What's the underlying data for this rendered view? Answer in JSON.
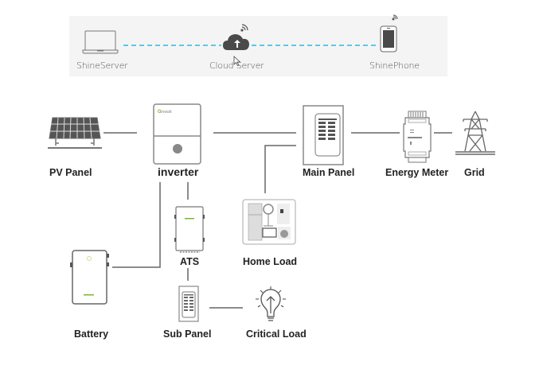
{
  "top_panel": {
    "nodes": [
      {
        "id": "shine-server",
        "label": "ShineServer",
        "icon": "laptop-icon"
      },
      {
        "id": "cloud-server",
        "label": "Cloud Server",
        "icon": "cloud-upload-icon"
      },
      {
        "id": "shine-phone",
        "label": "ShinePhone",
        "icon": "smartphone-icon"
      }
    ],
    "link_color": "#5bc8e8"
  },
  "diagram": {
    "nodes": [
      {
        "id": "pv-panel",
        "label": "PV Panel",
        "icon": "solar-panel-icon"
      },
      {
        "id": "inverter",
        "label": "inverter",
        "icon": "inverter-icon",
        "brand": "Growatt"
      },
      {
        "id": "main-panel",
        "label": "Main Panel",
        "icon": "breaker-panel-icon"
      },
      {
        "id": "energy-meter",
        "label": "Energy Meter",
        "icon": "energy-meter-icon"
      },
      {
        "id": "grid",
        "label": "Grid",
        "icon": "power-tower-icon"
      },
      {
        "id": "ats",
        "label": "ATS",
        "icon": "ats-icon"
      },
      {
        "id": "home-load",
        "label": "Home Load",
        "icon": "home-appliances-icon"
      },
      {
        "id": "battery",
        "label": "Battery",
        "icon": "battery-icon"
      },
      {
        "id": "sub-panel",
        "label": "Sub Panel",
        "icon": "sub-panel-icon"
      },
      {
        "id": "critical-load",
        "label": "Critical Load",
        "icon": "light-bulb-icon"
      }
    ],
    "connections": [
      [
        "pv-panel",
        "inverter"
      ],
      [
        "inverter",
        "main-panel"
      ],
      [
        "main-panel",
        "home-load"
      ],
      [
        "main-panel",
        "energy-meter"
      ],
      [
        "energy-meter",
        "grid"
      ],
      [
        "inverter",
        "ats"
      ],
      [
        "inverter",
        "battery"
      ],
      [
        "ats",
        "sub-panel"
      ],
      [
        "sub-panel",
        "critical-load"
      ]
    ],
    "brand_color": "#7ab929",
    "line_color": "#666666"
  }
}
